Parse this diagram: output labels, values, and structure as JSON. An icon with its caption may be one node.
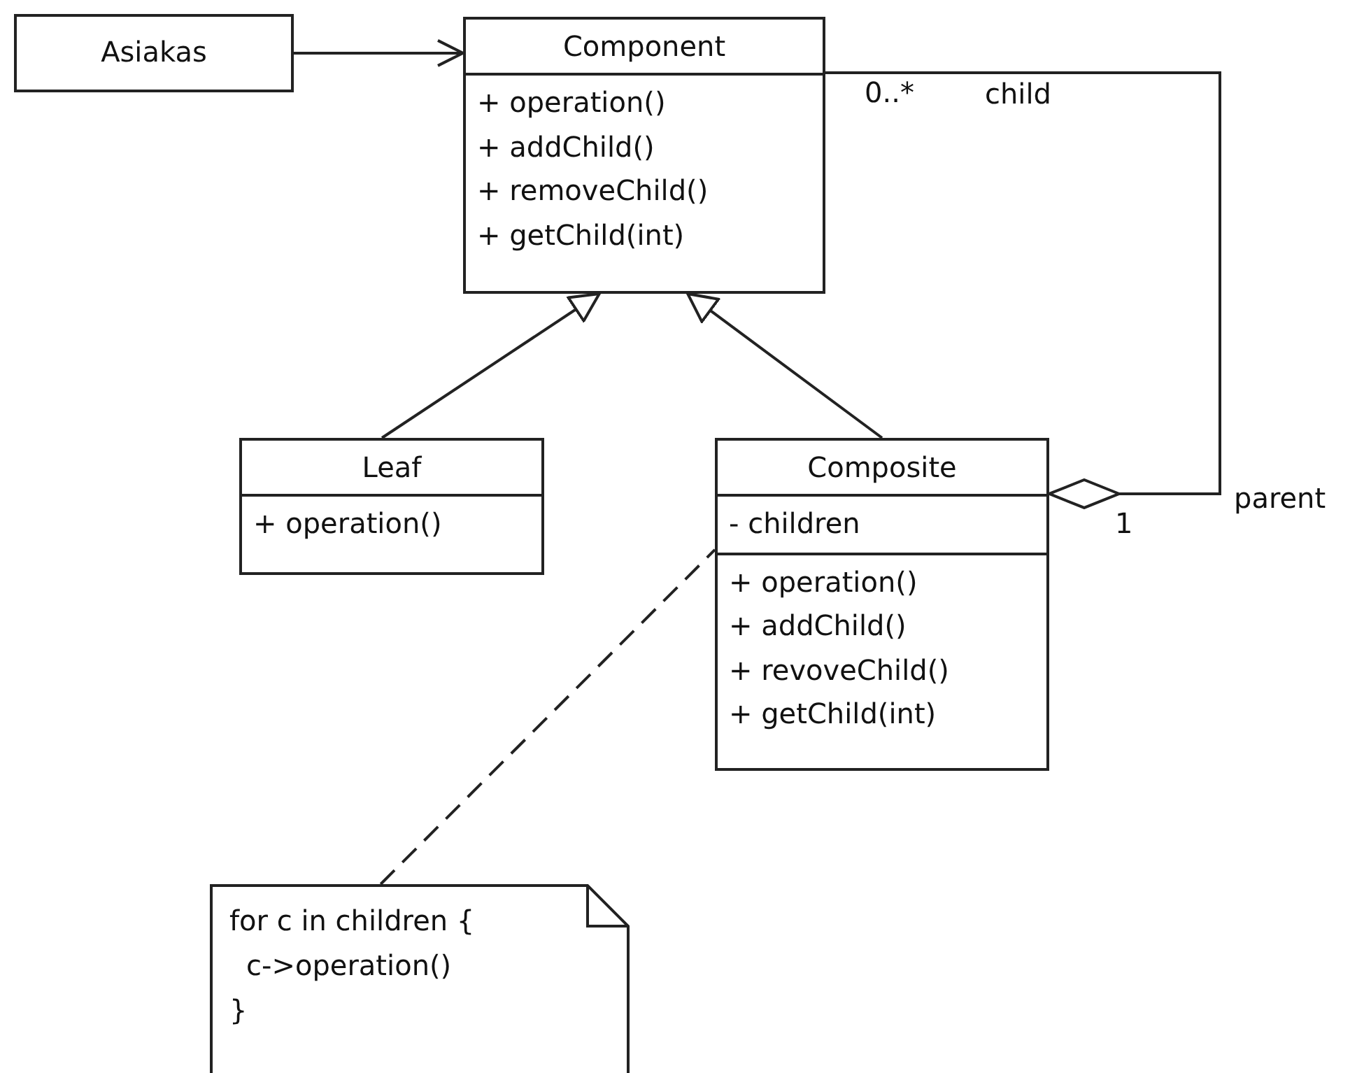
{
  "diagram": {
    "nodes": [
      {
        "text": [
          "Asiakas"
        ]
      },
      {
        "text": [
          "Component",
          "+ operation()",
          "+ addChild()",
          "+ removeChild()",
          "+ getChild(int)"
        ]
      },
      {
        "text": [
          "Leaf",
          "+ operation()"
        ]
      },
      {
        "text": [
          "Composite",
          "- children",
          "+ operation()",
          "+ addChild()",
          "+ revoveChild()",
          "+ getChild(int)"
        ]
      },
      {
        "text": [
          "for c in children {",
          "c->operation()",
          "}"
        ]
      }
    ],
    "edges": [
      {
        "from": 0,
        "to": 1,
        "arrow": "to"
      },
      {
        "from": 2,
        "to": 1,
        "arrow": "to"
      },
      {
        "from": 3,
        "to": 1,
        "arrow": "to"
      },
      {
        "from": 3,
        "to": 1,
        "arrow": "other"
      },
      {
        "from": 4,
        "to": 3,
        "arrow": "none",
        "style": "dashed"
      }
    ],
    "labels": [
      "0..*",
      "child",
      "1",
      "parent"
    ]
  }
}
